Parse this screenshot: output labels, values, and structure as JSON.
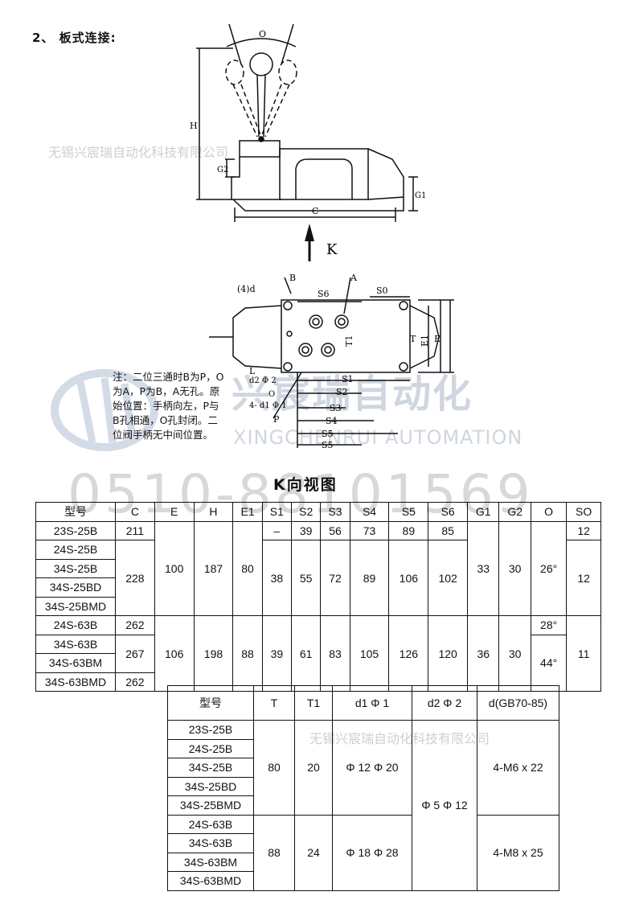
{
  "heading": "2、 板式连接:",
  "watermark": {
    "company_cn": "无锡兴宸瑞自动化科技有限公司",
    "brand_cn": "兴宸瑞自动化",
    "brand_en": "XINGCHENRUI AUTOMATION",
    "phone": "0510-88101569"
  },
  "side_view_labels": {
    "angle": "O",
    "height": "H",
    "g2": "G2",
    "g1": "G1",
    "length": "C",
    "view": "K"
  },
  "k_view_labels": {
    "holes": "(4)d",
    "b": "B",
    "a": "A",
    "s6": "S6",
    "s0": "S0",
    "t": "T",
    "t1": "T1",
    "e1": "E1",
    "e": "E",
    "l": "L",
    "d2": "d2 Φ 2",
    "o": "O",
    "d1": "4- d1 Φ 1",
    "p": "P",
    "s1": "S1",
    "s2": "S2",
    "s3": "S3",
    "s4": "S4",
    "s5": "S5",
    "s5b": "S5"
  },
  "note": "注：二位三通时B为P，O为A，P为B，A无孔。原始位置：手柄向左，P与B孔相通，O孔封闭。二位阀手柄无中间位置。",
  "k_view_title": "K向视图",
  "table1": {
    "headers": [
      "型号",
      "C",
      "E",
      "H",
      "E1",
      "S1",
      "S2",
      "S3",
      "S4",
      "S5",
      "S6",
      "G1",
      "G2",
      "O",
      "SO"
    ],
    "g25": {
      "models": [
        "23S-25B",
        "24S-25B",
        "34S-25B",
        "34S-25BD",
        "34S-25BMD"
      ],
      "c_a": "211",
      "c_b": "228",
      "e": "100",
      "h": "187",
      "e1": "80",
      "s1_a": "–",
      "s1_b": "38",
      "s2_a": "39",
      "s2_b": "55",
      "s3_a": "56",
      "s3_b": "72",
      "s4_a": "73",
      "s4_b": "89",
      "s5_a": "89",
      "s5_b": "106",
      "s6_a": "85",
      "s6_b": "102",
      "g1": "33",
      "g2": "30",
      "o": "26°",
      "so_a": "12",
      "so_b": "12"
    },
    "g63": {
      "models": [
        "24S-63B",
        "34S-63B",
        "34S-63BM",
        "34S-63BMD"
      ],
      "c_a": "262",
      "c_b": "267",
      "c_c": "262",
      "e": "106",
      "h": "198",
      "e1": "88",
      "s1": "39",
      "s2": "61",
      "s3": "83",
      "s4": "105",
      "s5": "126",
      "s6": "120",
      "g1": "36",
      "g2": "30",
      "o_a": "28°",
      "o_b": "44°",
      "so": "11"
    }
  },
  "table2": {
    "headers": [
      "型号",
      "T",
      "T1",
      "d1 Φ 1",
      "d2 Φ 2",
      "d(GB70-85)"
    ],
    "g25": {
      "models": [
        "23S-25B",
        "24S-25B",
        "34S-25B",
        "34S-25BD",
        "34S-25BMD"
      ],
      "t": "80",
      "t1": "20",
      "d1": "Φ 12 Φ 20",
      "d": "4-M6 x 22"
    },
    "g63": {
      "models": [
        "24S-63B",
        "34S-63B",
        "34S-63BM",
        "34S-63BMD"
      ],
      "t": "88",
      "t1": "24",
      "d1": "Φ 18 Φ 28",
      "d": "4-M8 x 25"
    },
    "d2": "Φ 5 Φ 12"
  }
}
